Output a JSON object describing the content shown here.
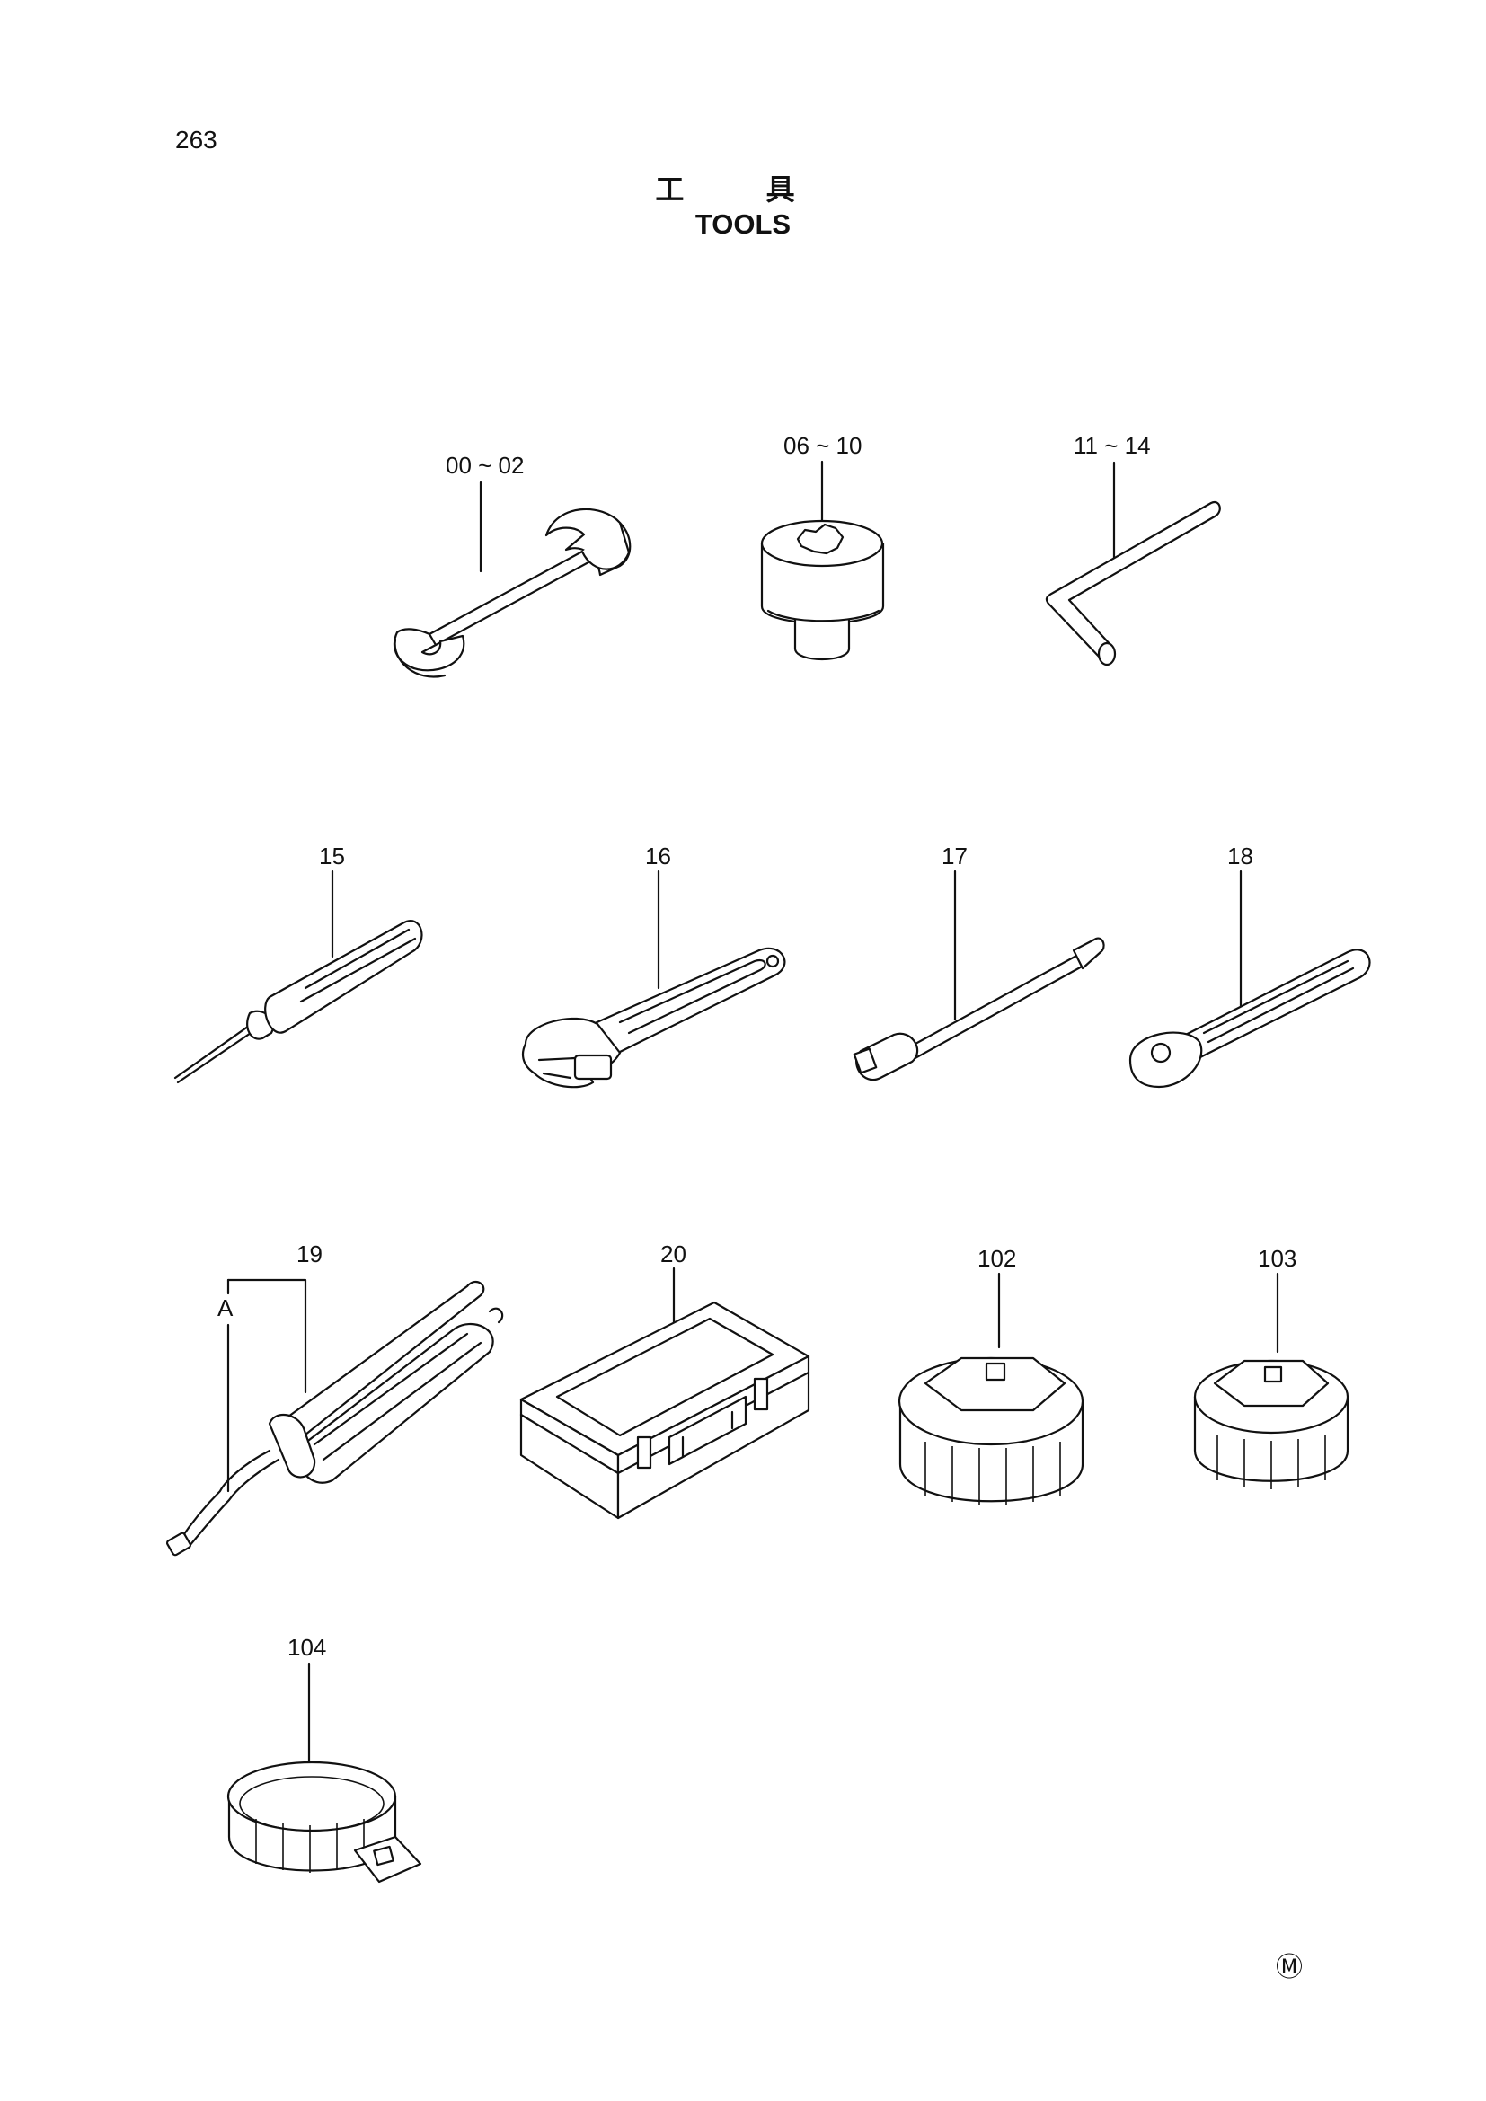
{
  "header": {
    "page_number": "263",
    "title_jp": "工 具",
    "title_en": "TOOLS"
  },
  "callouts": [
    {
      "id": "wrench",
      "label": "00 ~ 02"
    },
    {
      "id": "socket",
      "label": "06 ~ 10"
    },
    {
      "id": "hex-key",
      "label": "11 ~ 14"
    },
    {
      "id": "screwdriver",
      "label": "15"
    },
    {
      "id": "adjustable-wrench",
      "label": "16"
    },
    {
      "id": "extension-bar",
      "label": "17"
    },
    {
      "id": "ratchet-handle",
      "label": "18"
    },
    {
      "id": "grease-gun",
      "label": "19"
    },
    {
      "id": "grease-gun-nozzle",
      "label": "A"
    },
    {
      "id": "tool-box",
      "label": "20"
    },
    {
      "id": "filter-wrench-102",
      "label": "102"
    },
    {
      "id": "filter-wrench-103",
      "label": "103"
    },
    {
      "id": "filter-wrench-104",
      "label": "104"
    }
  ],
  "footer": {
    "mark": "Ⓜ"
  }
}
